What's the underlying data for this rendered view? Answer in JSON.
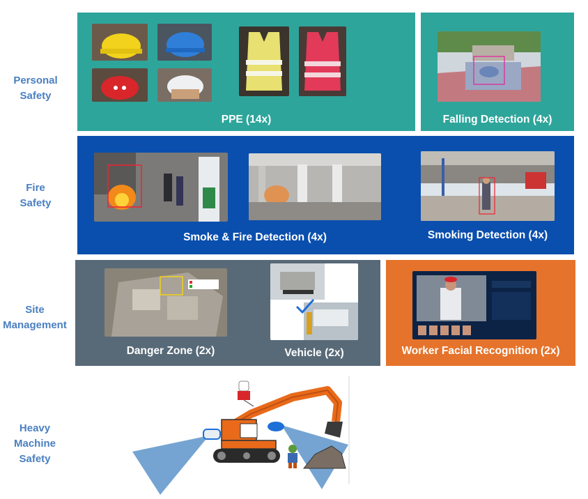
{
  "rows": {
    "personal_safety": "Personal\nSafety",
    "fire_safety": "Fire\nSafety",
    "site_management": "Site\nManagement",
    "heavy_machine_safety": "Heavy\nMachine\nSafety"
  },
  "panels": {
    "ppe": "PPE (14x)",
    "falling": "Falling Detection (4x)",
    "smoke_fire": "Smoke & Fire Detection (4x)",
    "smoking": "Smoking Detection (4x)",
    "danger_zone": "Danger Zone (2x)",
    "vehicle": "Vehicle (2x)",
    "facial": "Worker Facial Recognition (2x)"
  },
  "colors": {
    "personal_panel": "#2ea59b",
    "fire_panel": "#0a4fae",
    "site_panel": "#586a78",
    "facial_panel": "#e5732b",
    "row_label": "#4a7fc1",
    "cone": "#6e9fd0"
  },
  "icons": [
    "helmet",
    "vest",
    "alarm-light",
    "camera",
    "excavator",
    "worker",
    "checkmark"
  ]
}
